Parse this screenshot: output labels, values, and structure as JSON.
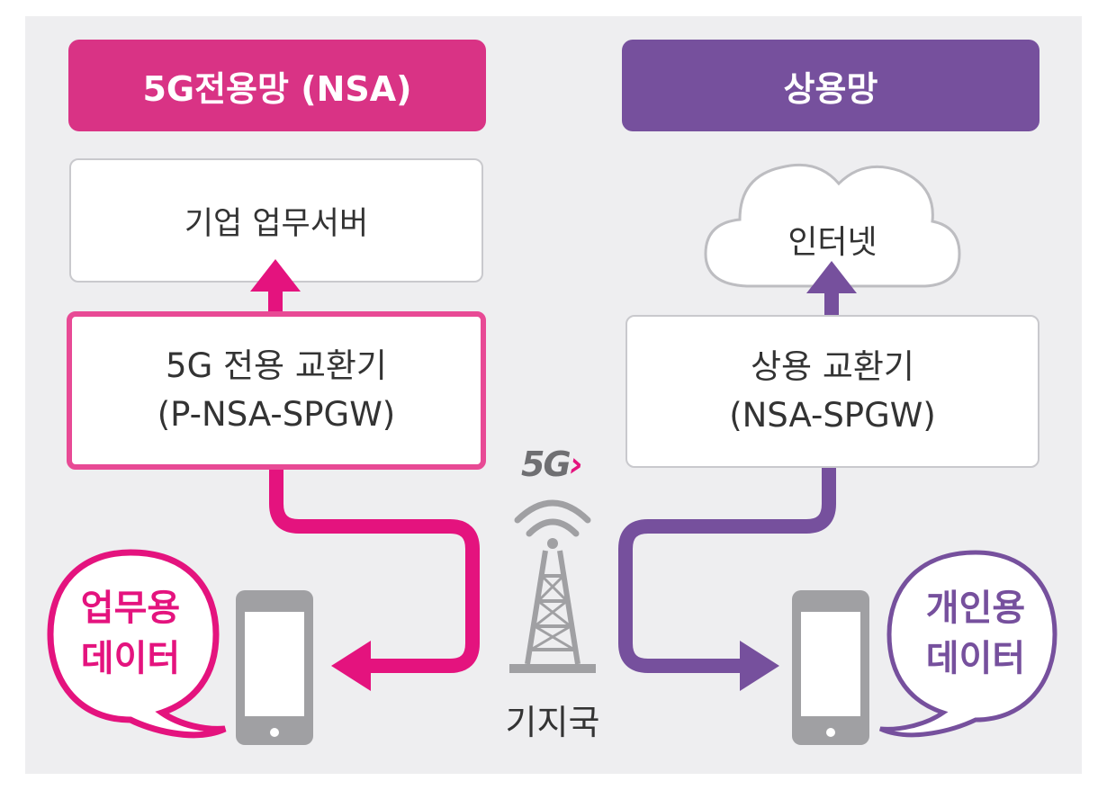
{
  "left_network": {
    "title": "5G전용망 (NSA)",
    "server": "기업 업무서버",
    "switch_line1": "5G 전용 교환기",
    "switch_line2": "(P-NSA-SPGW)",
    "bubble_line1": "업무용",
    "bubble_line2": "데이터"
  },
  "right_network": {
    "title": "상용망",
    "cloud": "인터넷",
    "switch_line1": "상용 교환기",
    "switch_line2": "(NSA-SPGW)",
    "bubble_line1": "개인용",
    "bubble_line2": "데이터"
  },
  "base_station": {
    "label": "기지국",
    "logo": "5G"
  },
  "colors": {
    "pink": "#e4137e",
    "pink_header": "#d93385",
    "purple": "#76509d",
    "gray_device": "#a0a0a3",
    "panel_bg": "#eeeef0"
  },
  "icons": [
    "cloud-icon",
    "smartphone-icon",
    "cell-tower-icon",
    "wifi-signal-icon",
    "arrow-icon"
  ]
}
